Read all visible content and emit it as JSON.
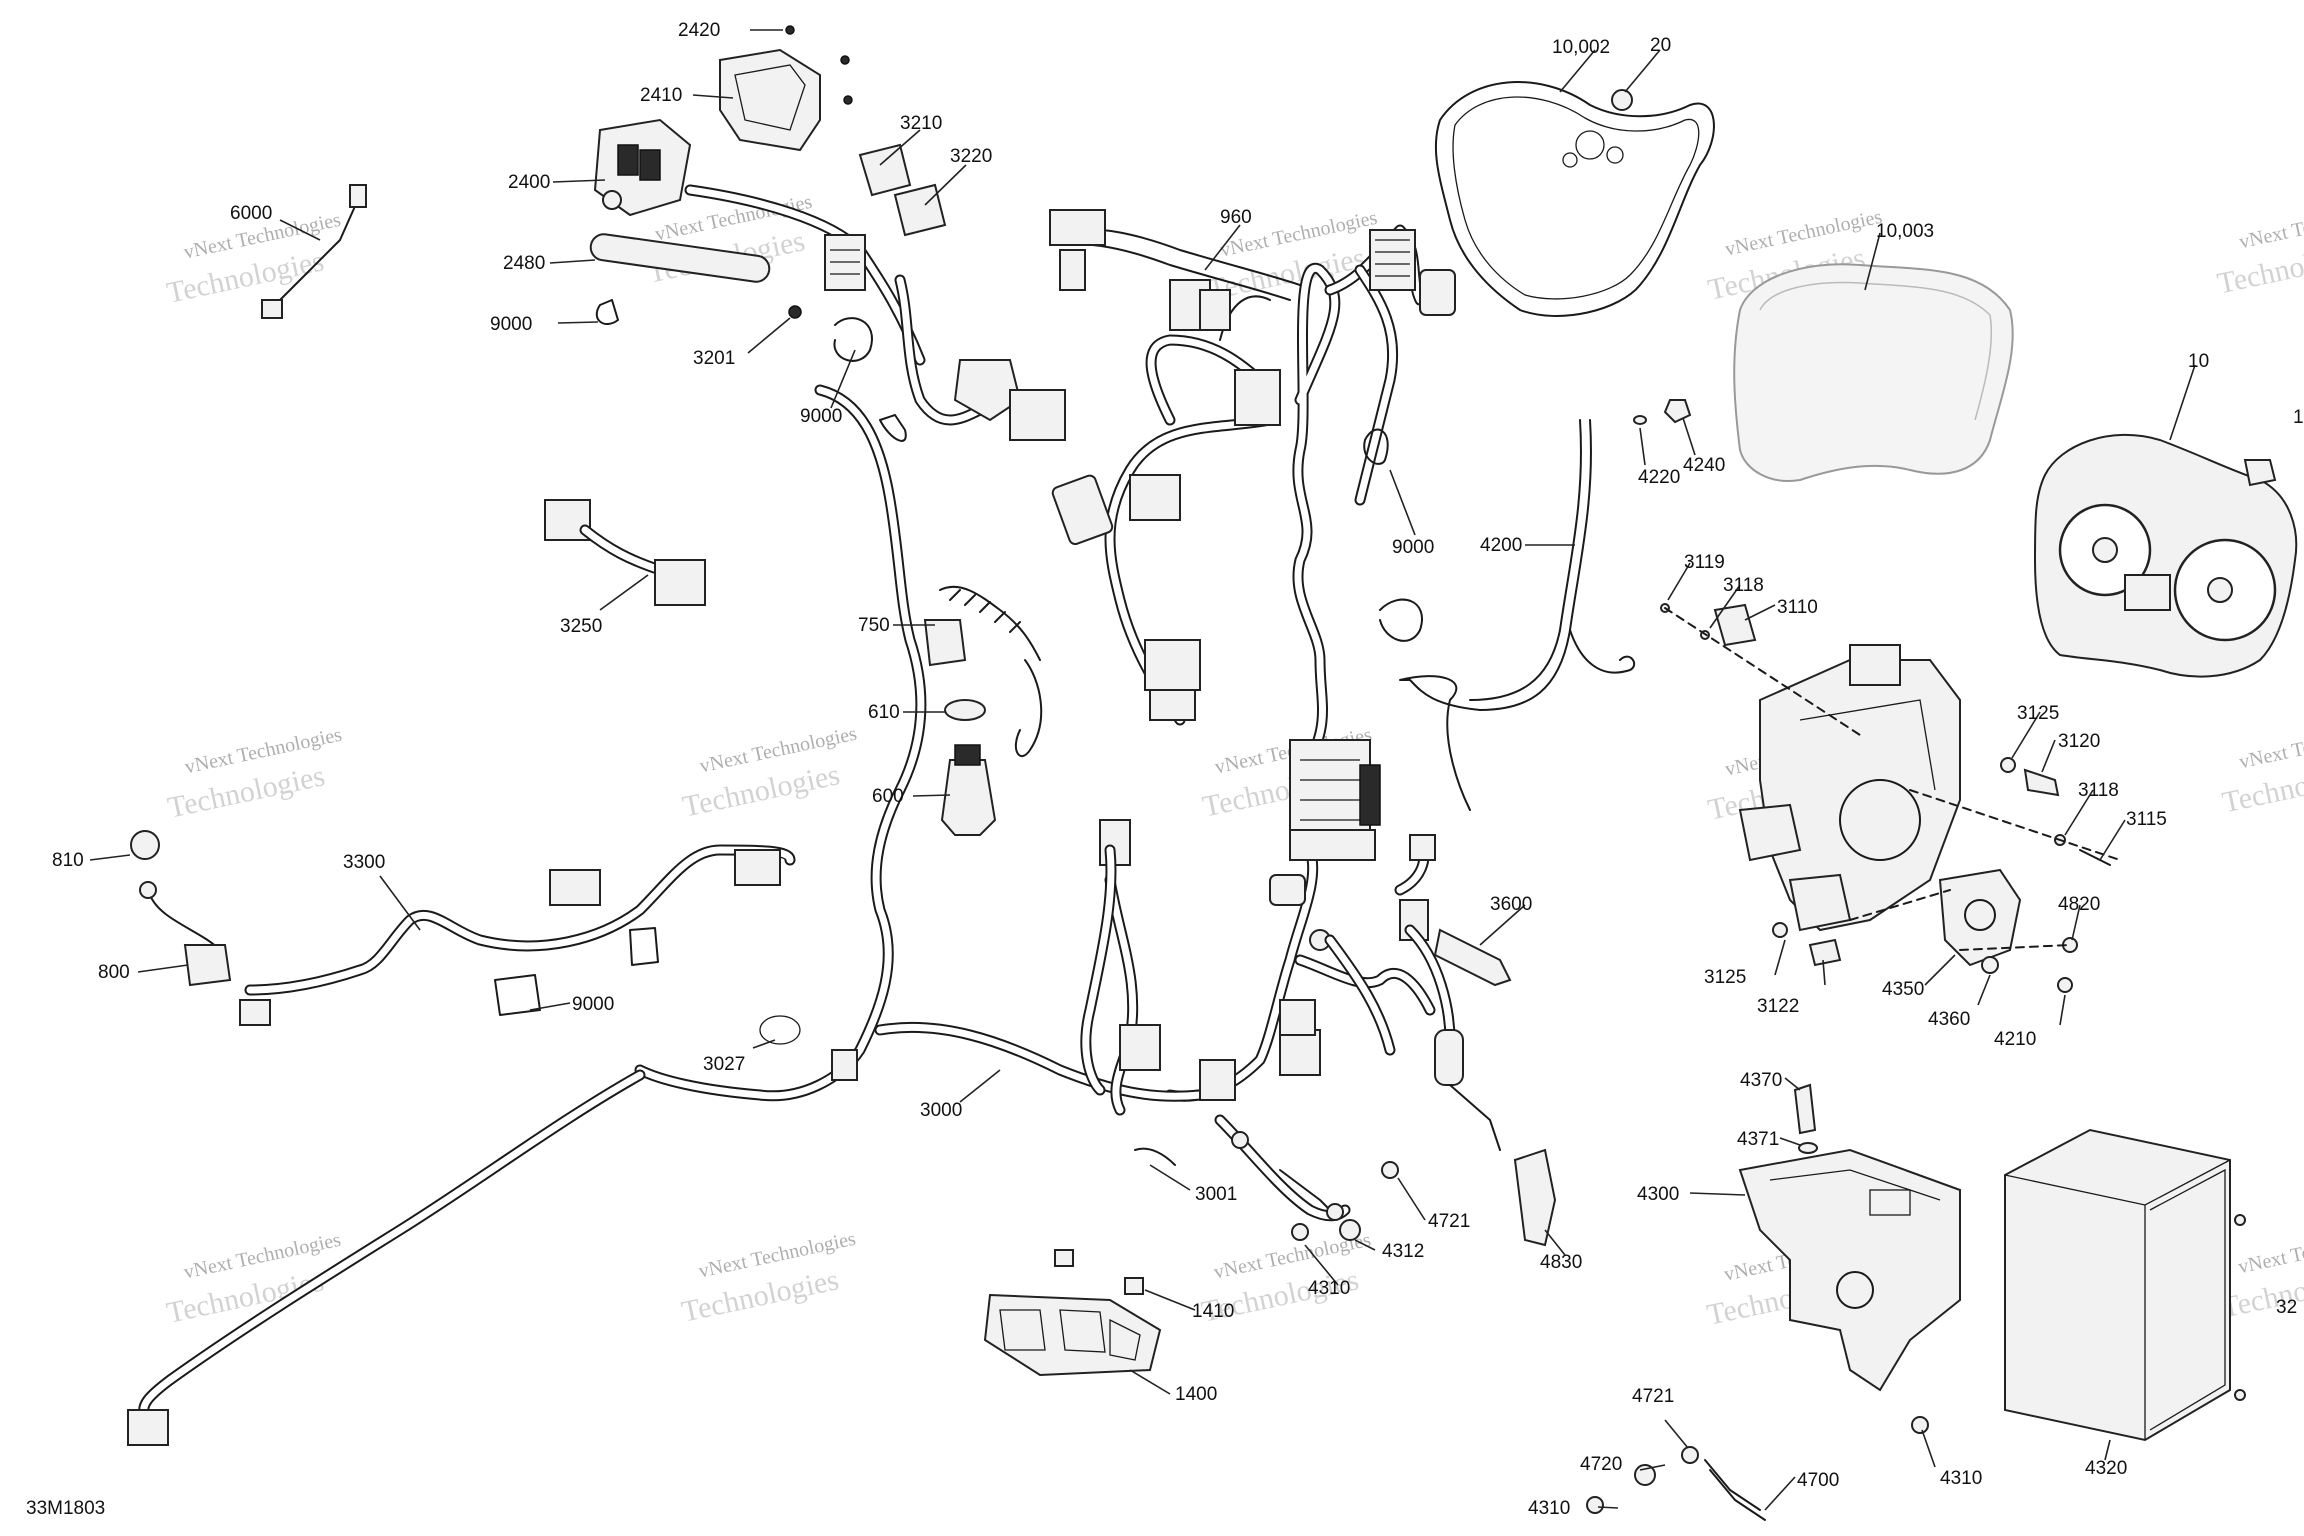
{
  "diagram_code": "33M1803",
  "watermark": {
    "line1": "vNext Technologies",
    "line2": "Technologies"
  },
  "parts": [
    {
      "id": "p2420",
      "label": "2420"
    },
    {
      "id": "p2410",
      "label": "2410"
    },
    {
      "id": "p2400",
      "label": "2400"
    },
    {
      "id": "p2480",
      "label": "2480"
    },
    {
      "id": "p9000a",
      "label": "9000"
    },
    {
      "id": "p3201",
      "label": "3201"
    },
    {
      "id": "p9000b",
      "label": "9000"
    },
    {
      "id": "p3210",
      "label": "3210"
    },
    {
      "id": "p3220",
      "label": "3220"
    },
    {
      "id": "p6000",
      "label": "6000"
    },
    {
      "id": "p3250",
      "label": "3250"
    },
    {
      "id": "p960",
      "label": "960"
    },
    {
      "id": "p9000c",
      "label": "9000"
    },
    {
      "id": "p750",
      "label": "750"
    },
    {
      "id": "p610",
      "label": "610"
    },
    {
      "id": "p600",
      "label": "600"
    },
    {
      "id": "p810",
      "label": "810"
    },
    {
      "id": "p3300",
      "label": "3300"
    },
    {
      "id": "p800",
      "label": "800"
    },
    {
      "id": "p9000d",
      "label": "9000"
    },
    {
      "id": "p3027",
      "label": "3027"
    },
    {
      "id": "p3000",
      "label": "3000"
    },
    {
      "id": "p3001",
      "label": "3001"
    },
    {
      "id": "p1410",
      "label": "1410"
    },
    {
      "id": "p1400",
      "label": "1400"
    },
    {
      "id": "p4310a",
      "label": "4310"
    },
    {
      "id": "p4312",
      "label": "4312"
    },
    {
      "id": "p4721a",
      "label": "4721"
    },
    {
      "id": "p4830",
      "label": "4830"
    },
    {
      "id": "p3600",
      "label": "3600"
    },
    {
      "id": "p4200",
      "label": "4200"
    },
    {
      "id": "p4220",
      "label": "4220"
    },
    {
      "id": "p4240",
      "label": "4240"
    },
    {
      "id": "p10002",
      "label": "10,002"
    },
    {
      "id": "p20",
      "label": "20"
    },
    {
      "id": "p10003",
      "label": "10,003"
    },
    {
      "id": "p10",
      "label": "10"
    },
    {
      "id": "p3119",
      "label": "3119"
    },
    {
      "id": "p3118a",
      "label": "3118"
    },
    {
      "id": "p3110",
      "label": "3110"
    },
    {
      "id": "p3125a",
      "label": "3125"
    },
    {
      "id": "p3120",
      "label": "3120"
    },
    {
      "id": "p3118b",
      "label": "3118"
    },
    {
      "id": "p3115",
      "label": "3115"
    },
    {
      "id": "p4820",
      "label": "4820"
    },
    {
      "id": "p3125b",
      "label": "3125"
    },
    {
      "id": "p3122",
      "label": "3122"
    },
    {
      "id": "p4350",
      "label": "4350"
    },
    {
      "id": "p4360",
      "label": "4360"
    },
    {
      "id": "p4210",
      "label": "4210"
    },
    {
      "id": "p4370",
      "label": "4370"
    },
    {
      "id": "p4371",
      "label": "4371"
    },
    {
      "id": "p4300",
      "label": "4300"
    },
    {
      "id": "p4320",
      "label": "4320"
    },
    {
      "id": "p4721b",
      "label": "4721"
    },
    {
      "id": "p4720",
      "label": "4720"
    },
    {
      "id": "p4310b",
      "label": "4310"
    },
    {
      "id": "p4700",
      "label": "4700"
    },
    {
      "id": "p4310c",
      "label": "4310"
    },
    {
      "id": "p1e",
      "label": "1"
    },
    {
      "id": "p32e",
      "label": "32"
    }
  ]
}
